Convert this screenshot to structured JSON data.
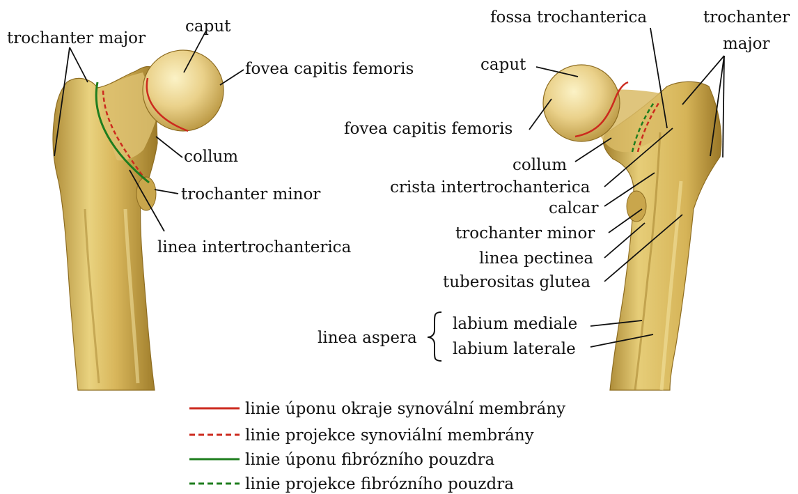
{
  "left_view": {
    "labels": {
      "trochanter_major": "trochanter major",
      "caput": "caput",
      "fovea": "fovea capitis femoris",
      "collum": "collum",
      "trochanter_minor": "trochanter minor",
      "linea_intertrochanterica": "linea intertrochanterica"
    }
  },
  "right_view": {
    "labels": {
      "fossa_trochanterica": "fossa trochanterica",
      "trochanter_major_1": "trochanter",
      "trochanter_major_2": "major",
      "caput": "caput",
      "fovea": "fovea capitis femoris",
      "collum": "collum",
      "crista": "crista intertrochanterica",
      "calcar": "calcar",
      "trochanter_minor": "trochanter minor",
      "linea_pectinea": "linea pectinea",
      "tuberositas": "tuberositas glutea",
      "linea_aspera": "linea aspera",
      "labium_mediale": "labium mediale",
      "labium_laterale": "labium laterale"
    }
  },
  "legend": {
    "items": [
      {
        "text": "linie úponu okraje synovální membrány",
        "color": "#cc2a1e",
        "style": "solid"
      },
      {
        "text": "linie projekce synoviální membrány",
        "color": "#cc2a1e",
        "style": "dashed"
      },
      {
        "text": "linie úponu fibrózního pouzdra",
        "color": "#1e7d1e",
        "style": "solid"
      },
      {
        "text": "linie projekce fibrózního pouzdra",
        "color": "#1e7d1e",
        "style": "dashed"
      }
    ]
  },
  "colors": {
    "bone_light": "#f1dd8e",
    "bone_mid": "#d9b85a",
    "bone_dark": "#a9852d"
  }
}
